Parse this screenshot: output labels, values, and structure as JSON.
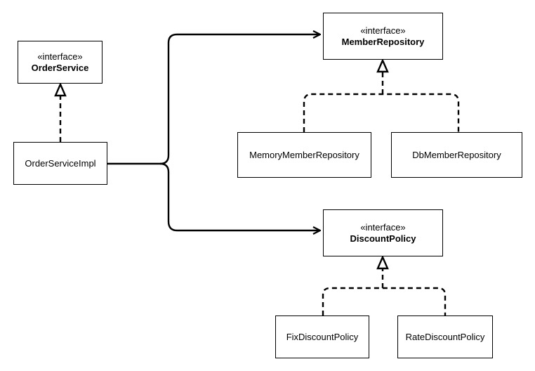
{
  "diagram": {
    "stereotype": "«interface»",
    "interfaces": {
      "order_service": "OrderService",
      "member_repository": "MemberRepository",
      "discount_policy": "DiscountPolicy"
    },
    "classes": {
      "order_service_impl": "OrderServiceImpl",
      "memory_member_repository": "MemoryMemberRepository",
      "db_member_repository": "DbMemberRepository",
      "fix_discount_policy": "FixDiscountPolicy",
      "rate_discount_policy": "RateDiscountPolicy"
    },
    "relationships": [
      {
        "from": "OrderServiceImpl",
        "to": "OrderService",
        "kind": "realization"
      },
      {
        "from": "OrderServiceImpl",
        "to": "MemberRepository",
        "kind": "association"
      },
      {
        "from": "OrderServiceImpl",
        "to": "DiscountPolicy",
        "kind": "association"
      },
      {
        "from": "MemoryMemberRepository",
        "to": "MemberRepository",
        "kind": "realization"
      },
      {
        "from": "DbMemberRepository",
        "to": "MemberRepository",
        "kind": "realization"
      },
      {
        "from": "FixDiscountPolicy",
        "to": "DiscountPolicy",
        "kind": "realization"
      },
      {
        "from": "RateDiscountPolicy",
        "to": "DiscountPolicy",
        "kind": "realization"
      }
    ],
    "colors": {
      "stroke": "#000000",
      "fill": "#ffffff"
    }
  }
}
